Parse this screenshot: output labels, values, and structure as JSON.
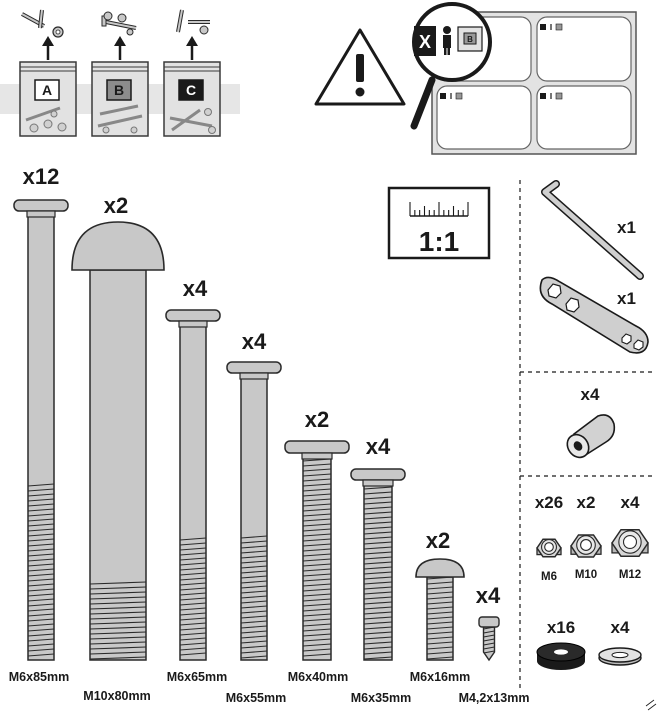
{
  "bags": [
    {
      "letter": "A",
      "style": "light"
    },
    {
      "letter": "B",
      "style": "grey"
    },
    {
      "letter": "C",
      "style": "dark"
    }
  ],
  "sorting_box": {
    "tag_letter": "B"
  },
  "scale": {
    "label": "1:1"
  },
  "tools": {
    "hex_key_qty": "x1",
    "wrench_qty": "x1"
  },
  "spacer": {
    "qty": "x4"
  },
  "nuts": [
    {
      "qty": "x26",
      "label": "M6"
    },
    {
      "qty": "x2",
      "label": "M10"
    },
    {
      "qty": "x4",
      "label": "M12"
    }
  ],
  "washers": [
    {
      "qty": "x16"
    },
    {
      "qty": "x4"
    }
  ],
  "bolts": [
    {
      "qty": "x12",
      "label": "M6x85mm"
    },
    {
      "qty": "x2",
      "label": "M10x80mm"
    },
    {
      "qty": "x4",
      "label": "M6x65mm"
    },
    {
      "qty": "x4",
      "label": "M6x55mm"
    },
    {
      "qty": "x2",
      "label": "M6x40mm"
    },
    {
      "qty": "x4",
      "label": "M6x35mm"
    },
    {
      "qty": "x2",
      "label": "M6x16mm"
    },
    {
      "qty": "x4",
      "label": "M4,2x13mm"
    }
  ],
  "colors": {
    "metal": "#c8c8c8",
    "outline": "#2a2a2a",
    "band": "#e6e6e6",
    "ink": "#1a1a1a"
  }
}
